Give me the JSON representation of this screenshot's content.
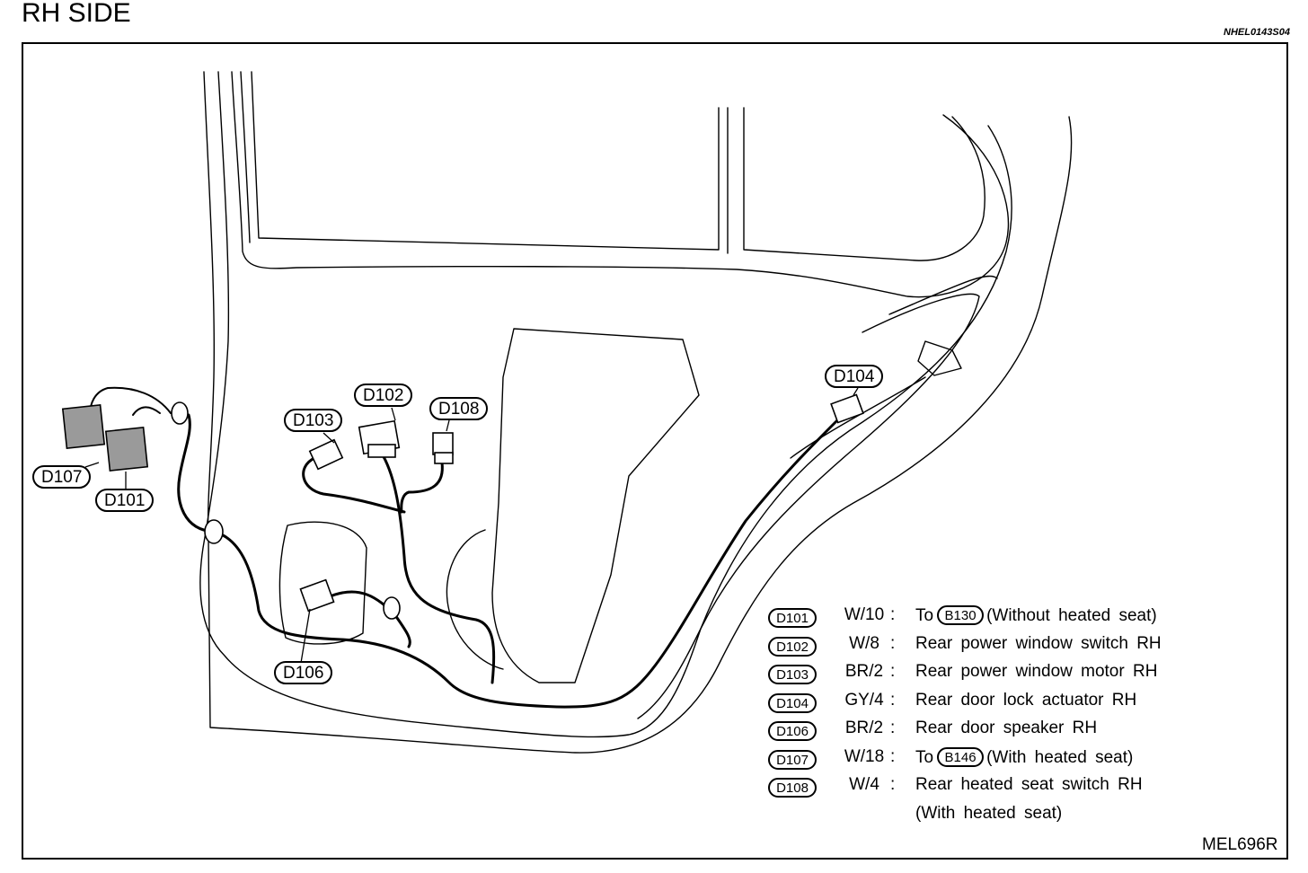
{
  "title": "RH SIDE",
  "ref_code": "NHEL0143S04",
  "figure_code": "MEL696R",
  "callouts": {
    "d101": "D101",
    "d102": "D102",
    "d103": "D103",
    "d104": "D104",
    "d106": "D106",
    "d107": "D107",
    "d108": "D108"
  },
  "legend": [
    {
      "connector": "D101",
      "wire": "W/10",
      "sep": ":",
      "prefix": "To",
      "ref": "B130",
      "description": "(Without heated seat)"
    },
    {
      "connector": "D102",
      "wire": "W/8",
      "sep": ":",
      "description": "Rear power window switch RH"
    },
    {
      "connector": "D103",
      "wire": "BR/2",
      "sep": ":",
      "description": "Rear power window motor RH"
    },
    {
      "connector": "D104",
      "wire": "GY/4",
      "sep": ":",
      "description": "Rear door lock actuator RH"
    },
    {
      "connector": "D106",
      "wire": "BR/2",
      "sep": ":",
      "description": "Rear door speaker RH"
    },
    {
      "connector": "D107",
      "wire": "W/18",
      "sep": ":",
      "prefix": "To",
      "ref": "B146",
      "description": "(With heated seat)"
    },
    {
      "connector": "D108",
      "wire": "W/4",
      "sep": ":",
      "description": "Rear heated seat switch RH"
    }
  ],
  "legend_continuation": "(With heated seat)"
}
